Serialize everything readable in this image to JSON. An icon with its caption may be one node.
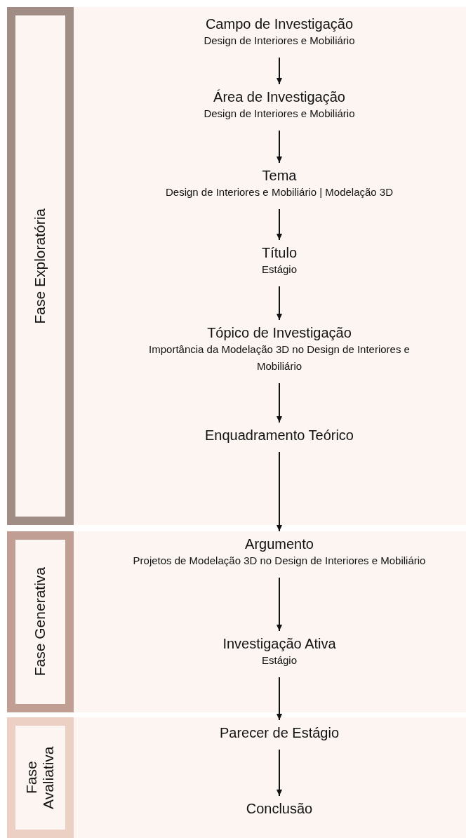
{
  "diagram": {
    "nodes": [
      {
        "text": [
          "Fase Exploratória"
        ]
      },
      {
        "text": [
          "Campo de Investigação",
          "Design de Interiores e Mobiliário"
        ],
        "in": 0
      },
      {
        "text": [
          "Área de Investigação",
          "Design de Interiores e Mobiliário"
        ],
        "in": 0
      },
      {
        "text": [
          "Tema",
          "Design de Interiores e Mobiliário | Modelação 3D"
        ],
        "in": 0
      },
      {
        "text": [
          "Título",
          "Estágio"
        ],
        "in": 0
      },
      {
        "text": [
          "Tópico de Investigação",
          "Importância da Modelação 3D no Design de Interiores e Mobiliário"
        ],
        "in": 0
      },
      {
        "text": [
          "Enquadramento Teórico"
        ],
        "in": 0
      },
      {
        "text": [
          "Fase Generativa"
        ]
      },
      {
        "text": [
          "Argumento",
          "Projetos de Modelação 3D no Design de Interiores e Mobiliário"
        ],
        "in": 7
      },
      {
        "text": [
          "Investigação Ativa",
          "Estágio"
        ],
        "in": 7
      },
      {
        "text": [
          "Fase Avaliativa"
        ]
      },
      {
        "text": [
          "Parecer de Estágio"
        ],
        "in": 10
      },
      {
        "text": [
          "Conclusão"
        ],
        "in": 10
      }
    ],
    "edges": [
      {
        "from": 1,
        "to": 2,
        "arrow": "to"
      },
      {
        "from": 2,
        "to": 3,
        "arrow": "to"
      },
      {
        "from": 3,
        "to": 4,
        "arrow": "to"
      },
      {
        "from": 4,
        "to": 5,
        "arrow": "to"
      },
      {
        "from": 5,
        "to": 6,
        "arrow": "to"
      },
      {
        "from": 6,
        "to": 8,
        "arrow": "to"
      },
      {
        "from": 8,
        "to": 9,
        "arrow": "to"
      },
      {
        "from": 9,
        "to": 11,
        "arrow": "to"
      },
      {
        "from": 11,
        "to": 12,
        "arrow": "to"
      }
    ]
  }
}
